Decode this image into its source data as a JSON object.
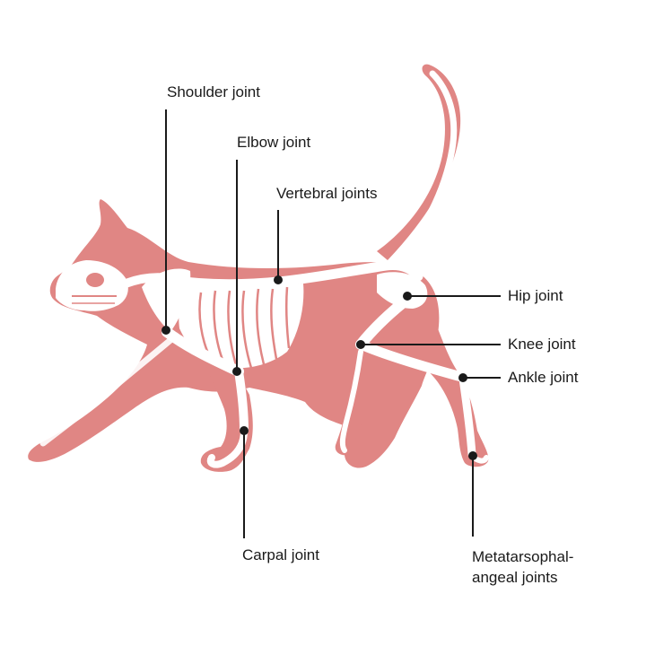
{
  "labels": {
    "shoulder": "Shoulder joint",
    "elbow": "Elbow joint",
    "vertebral": "Vertebral joints",
    "hip": "Hip joint",
    "knee": "Knee joint",
    "ankle": "Ankle joint",
    "carpal": "Carpal joint",
    "metatarsophalangeal_line1": "Metatarsophal-",
    "metatarsophalangeal_line2": "angeal joints"
  },
  "colors": {
    "body": "#e08684",
    "bone": "#ffffff",
    "leader": "#1a1a1a"
  }
}
